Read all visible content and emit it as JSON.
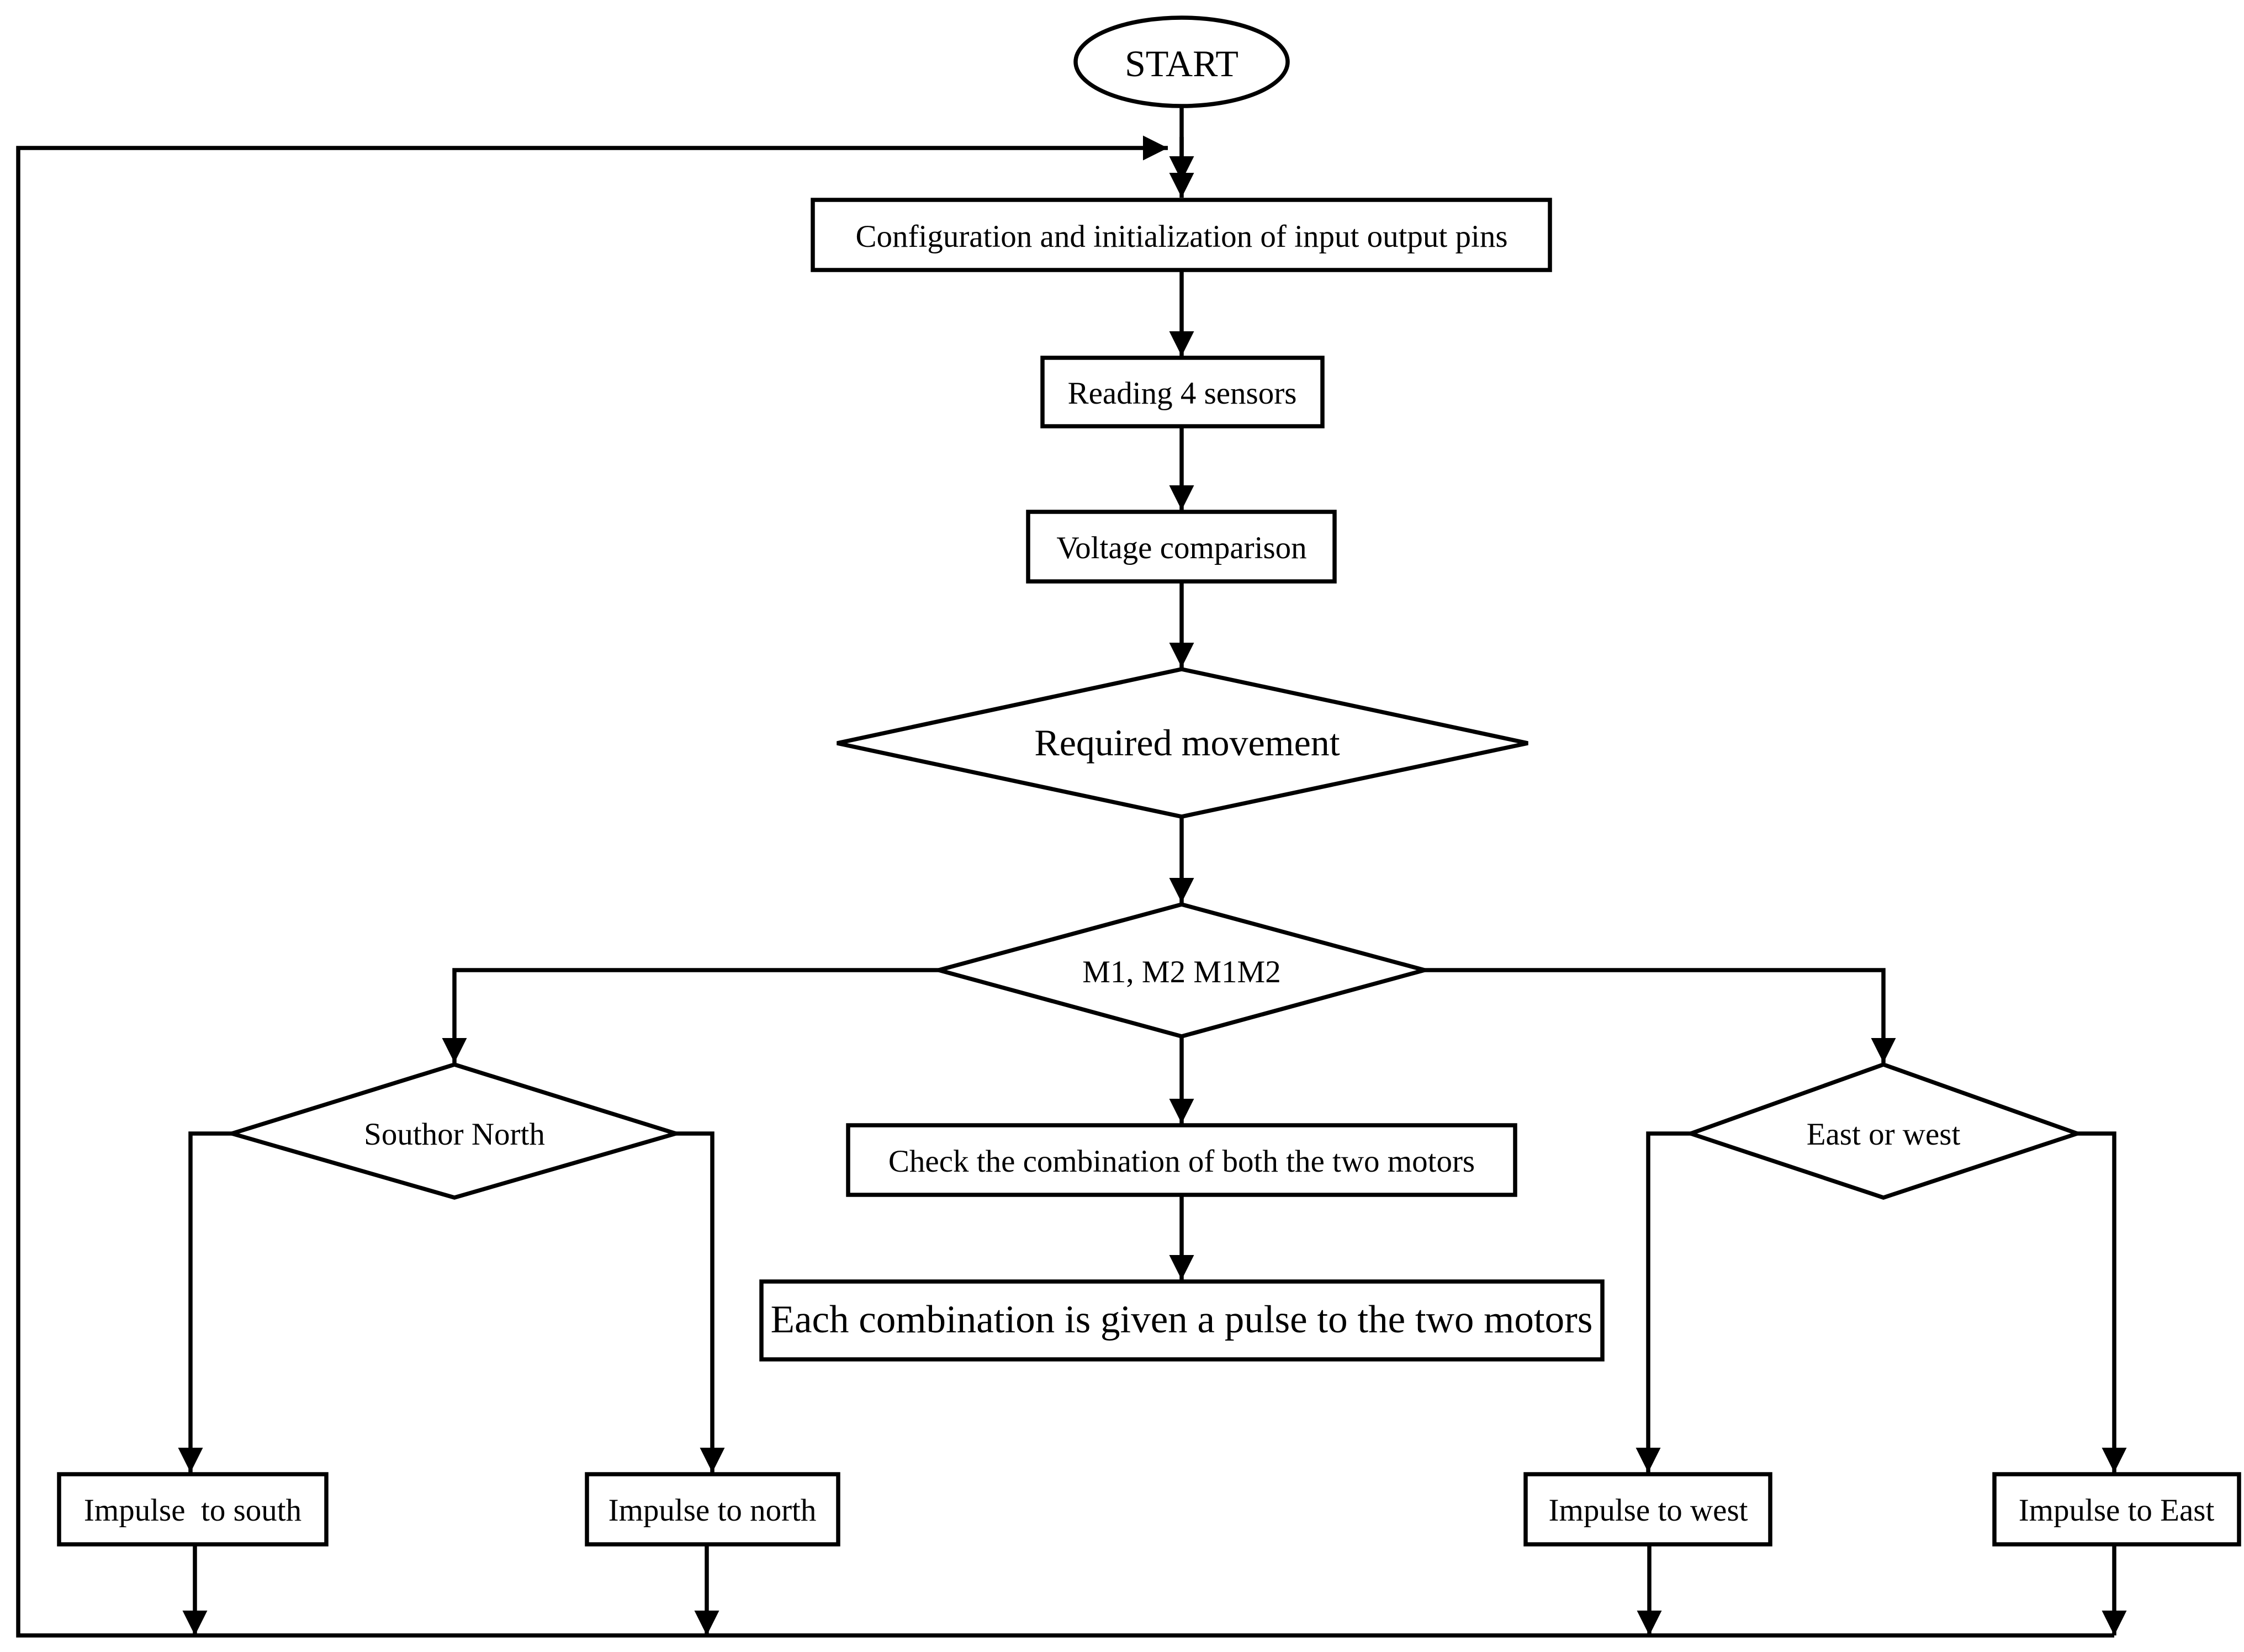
{
  "nodes": {
    "start": "START",
    "config": "Configuration and initialization of input output pins",
    "read": "Reading 4 sensors",
    "compare": "Voltage comparison",
    "movement": "Required movement",
    "motors": "M1, M2 M1M2",
    "sn": "Southor North",
    "ew": "East or west",
    "check": "Check the combination of both the two motors",
    "pulse": "Each combination is given a pulse to the two motors",
    "south": "Impulse  to south",
    "north": "Impulse to north",
    "west": "Impulse to west",
    "east": "Impulse to East"
  }
}
